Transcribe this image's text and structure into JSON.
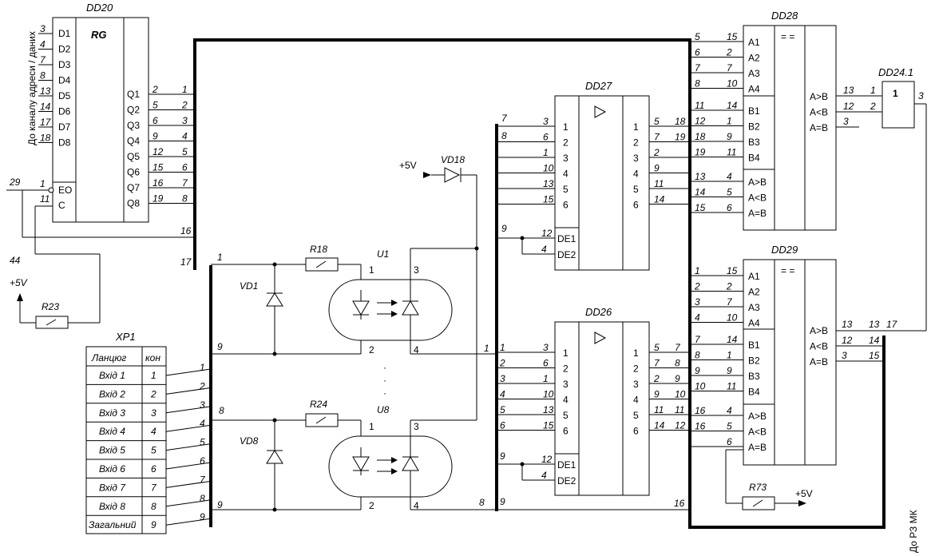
{
  "chips": {
    "dd20": {
      "label": "DD20",
      "func": "RG",
      "in_pins": [
        "D1",
        "D2",
        "D3",
        "D4",
        "D5",
        "D6",
        "D7",
        "D8"
      ],
      "in_nums": [
        "3",
        "4",
        "7",
        "8",
        "13",
        "14",
        "17",
        "18"
      ],
      "ctl_pins": [
        "EO",
        "C"
      ],
      "ctl_nums": [
        "1",
        "11"
      ],
      "out_pins": [
        "Q1",
        "Q2",
        "Q3",
        "Q4",
        "Q5",
        "Q6",
        "Q7",
        "Q8"
      ],
      "out_nums": [
        "2",
        "5",
        "6",
        "9",
        "12",
        "15",
        "16",
        "19"
      ],
      "bus_nums": [
        "1",
        "2",
        "3",
        "4",
        "5",
        "6",
        "7",
        "8"
      ]
    },
    "dd27": {
      "label": "DD27",
      "in": [
        "1",
        "2",
        "3",
        "4",
        "5",
        "6"
      ],
      "out": [
        "1",
        "2",
        "3",
        "4",
        "5",
        "6"
      ],
      "de": [
        "DE1",
        "DE2"
      ],
      "in_nums": [
        "3",
        "6",
        "1",
        "10",
        "13",
        "15"
      ],
      "out_nums": [
        "5",
        "7",
        "2",
        "9",
        "11",
        "14"
      ],
      "de_nums": [
        "12",
        "4"
      ]
    },
    "dd26": {
      "label": "DD26",
      "in": [
        "1",
        "2",
        "3",
        "4",
        "5",
        "6"
      ],
      "out": [
        "1",
        "2",
        "3",
        "4",
        "5",
        "6"
      ],
      "de": [
        "DE1",
        "DE2"
      ],
      "in_nums": [
        "3",
        "6",
        "1",
        "10",
        "13",
        "15"
      ],
      "out_nums": [
        "5",
        "7",
        "2",
        "9",
        "11",
        "14"
      ],
      "de_nums": [
        "12",
        "4"
      ]
    },
    "dd28": {
      "label": "DD28",
      "func": "= =",
      "a_pins": [
        "A1",
        "A2",
        "A3",
        "A4"
      ],
      "a_nums": [
        "15",
        "2",
        "7",
        "10"
      ],
      "b_pins": [
        "B1",
        "B2",
        "B3",
        "B4"
      ],
      "b_nums": [
        "14",
        "1",
        "9",
        "11"
      ],
      "c_pins": [
        "A>B",
        "A<B",
        "A=B"
      ],
      "c_nums": [
        "4",
        "5",
        "6"
      ],
      "o_pins": [
        "A>B",
        "A<B",
        "A=B"
      ],
      "o_nums": [
        "13",
        "12",
        "3"
      ]
    },
    "dd29": {
      "label": "DD29",
      "func": "= =",
      "a_pins": [
        "A1",
        "A2",
        "A3",
        "A4"
      ],
      "a_nums": [
        "15",
        "2",
        "7",
        "10"
      ],
      "b_pins": [
        "B1",
        "B2",
        "B3",
        "B4"
      ],
      "b_nums": [
        "14",
        "1",
        "9",
        "11"
      ],
      "c_pins": [
        "A>B",
        "A<B",
        "A=B"
      ],
      "c_nums": [
        "4",
        "5",
        "6"
      ],
      "o_pins": [
        "A>B",
        "A<B",
        "A=B"
      ],
      "o_nums": [
        "13",
        "12",
        "3"
      ]
    },
    "dd24": {
      "label": "DD24.1",
      "func": "1",
      "in_nums": [
        "1",
        "2"
      ],
      "out_num": "3"
    }
  },
  "left_text": {
    "vertical": "До каналу адреси / даних",
    "n29": "29",
    "n44": "44",
    "plus5": "+5V",
    "r23": "R23"
  },
  "bus_nums": {
    "n16": "16",
    "n17": "17",
    "n1": "1",
    "n9a": "9",
    "n8": "8",
    "n9b": "9",
    "in_bus_right": [
      "1",
      "2",
      "3",
      "4",
      "5",
      "6",
      "7",
      "8",
      "9"
    ]
  },
  "table": {
    "title": "XP1",
    "head": [
      "Ланцюг",
      "кон"
    ],
    "rows": [
      {
        "name": "Вхід 1",
        "pin": "1"
      },
      {
        "name": "Вхід 2",
        "pin": "2"
      },
      {
        "name": "Вхід 3",
        "pin": "3"
      },
      {
        "name": "Вхід 4",
        "pin": "4"
      },
      {
        "name": "Вхід 5",
        "pin": "5"
      },
      {
        "name": "Вхід 6",
        "pin": "6"
      },
      {
        "name": "Вхід 7",
        "pin": "7"
      },
      {
        "name": "Вхід 8",
        "pin": "8"
      },
      {
        "name": "Загальний",
        "pin": "9"
      }
    ]
  },
  "opto": {
    "r18": "R18",
    "r24": "R24",
    "vd1": "VD1",
    "vd8": "VD8",
    "u1": "U1",
    "u8": "U8",
    "vd18": "VD18",
    "plus5": "+5V",
    "p1": "1",
    "p2": "2",
    "p3": "3",
    "p4": "4",
    "dots": "·"
  },
  "mid": {
    "left_nums27": [
      "7",
      "8"
    ],
    "nine": "9",
    "n1": "1",
    "left_nums26": [
      "1",
      "2",
      "3",
      "4",
      "5",
      "6"
    ],
    "n8": "8",
    "n9": "9",
    "n16": "16"
  },
  "right": {
    "dd28_bus": [
      "5",
      "6",
      "7",
      "8",
      "11",
      "12",
      "18",
      "19",
      "13",
      "14",
      "15"
    ],
    "dd27_out_bus": [
      "18",
      "19"
    ],
    "dd29_bus": [
      "1",
      "2",
      "3",
      "4",
      "7",
      "8",
      "9",
      "10",
      "16",
      "16"
    ],
    "dd26_out_bus": [
      "7",
      "8",
      "9",
      "10",
      "11",
      "12"
    ],
    "r73": "R73",
    "plus5": "+5V",
    "mk": "До РЗ МК",
    "n13": "13",
    "n17": "17"
  }
}
